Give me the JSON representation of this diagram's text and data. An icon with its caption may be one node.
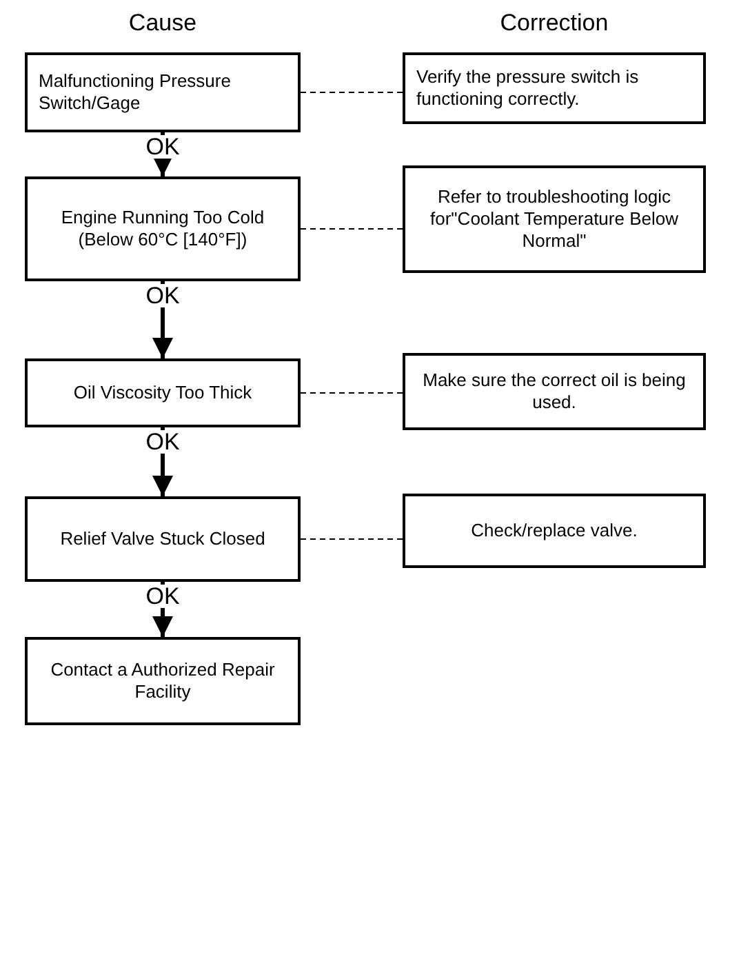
{
  "diagram": {
    "nodes": [
      {
        "text": [
          "Malfunctioning Pressure Switch/Gage"
        ]
      },
      {
        "text": [
          "Verify the pressure switch is functioning correctly."
        ]
      },
      {
        "text": [
          "Engine Running Too Cold (Below 60°C [140°F])"
        ]
      },
      {
        "text": [
          "Refer to troubleshooting logic for\"Coolant Temperature Below Normal\""
        ]
      },
      {
        "text": [
          "Oil Viscosity Too Thick"
        ]
      },
      {
        "text": [
          "Make sure the correct oil is being used."
        ]
      },
      {
        "text": [
          "Relief Valve Stuck Closed"
        ]
      },
      {
        "text": [
          "Check/replace valve."
        ]
      },
      {
        "text": [
          "Contact a Authorized Repair Facility"
        ]
      }
    ],
    "edges": [
      {
        "from": 0,
        "to": 1,
        "arrow": "none",
        "style": "dashed"
      },
      {
        "from": 0,
        "to": 2,
        "arrow": "to",
        "label": "OK",
        "style": "thick"
      },
      {
        "from": 2,
        "to": 3,
        "arrow": "none",
        "style": "dashed"
      },
      {
        "from": 2,
        "to": 4,
        "arrow": "to",
        "label": "OK",
        "style": "thick"
      },
      {
        "from": 4,
        "to": 5,
        "arrow": "none",
        "style": "dashed"
      },
      {
        "from": 4,
        "to": 6,
        "arrow": "to",
        "label": "OK",
        "style": "thick"
      },
      {
        "from": 6,
        "to": 7,
        "arrow": "none",
        "style": "dashed"
      },
      {
        "from": 6,
        "to": 8,
        "arrow": "to",
        "label": "OK",
        "style": "thick"
      }
    ],
    "labels": [
      "Cause",
      "Correction"
    ]
  }
}
